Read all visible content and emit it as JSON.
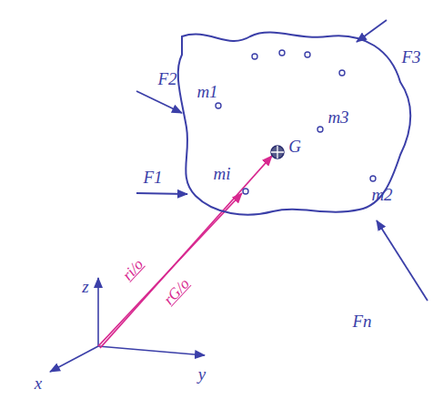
{
  "diagram": {
    "nodes": [
      {
        "text": [
          "m1",
          "mi",
          "G",
          "m3",
          "m2"
        ]
      }
    ],
    "labels": [
      "F2",
      "F3",
      "F1",
      "Fn",
      "ri/o",
      "rG/o",
      "z",
      "y",
      "x"
    ]
  }
}
